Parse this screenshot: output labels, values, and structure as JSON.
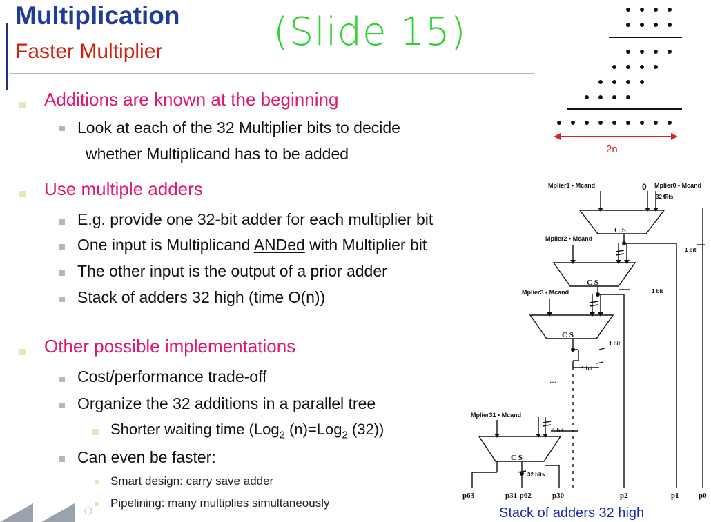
{
  "slide": {
    "title": "Multiplication",
    "subtitle": "Faster Multiplier",
    "handwritten_note": "(Slide 15)"
  },
  "bullets": {
    "b1": "Additions are known at the beginning",
    "b1_1_line1": "Look at each of the 32 Multiplier bits to decide",
    "b1_1_line2": "whether Multiplicand has to be added",
    "b2": "Use multiple adders",
    "b2_1": "E.g. provide one 32-bit adder for each multiplier bit",
    "b2_2_pre": "One input is Multiplicand ",
    "b2_2_u": "ANDed",
    "b2_2_post": " with Multiplier bit",
    "b2_3": "The other input is the output of a prior adder",
    "b2_4": "Stack of adders 32 high (time O(n))",
    "b3": "Other possible implementations",
    "b3_1": "Cost/performance trade-off",
    "b3_2": "Organize the 32 additions in a parallel tree",
    "b3_2_1_a": "Shorter waiting time (Log",
    "b3_2_1_s1": "2",
    "b3_2_1_b": " (n)=Log",
    "b3_2_1_s2": "2",
    "b3_2_1_c": " (32))",
    "b3_3": "Can even be faster:",
    "b3_3_1": "Smart design: carry save adder",
    "b3_3_2": "Pipelining: many multiplies simultaneously"
  },
  "dot_figure": {
    "width_label": "2n"
  },
  "adder_diagram": {
    "in1": "Mplier1 • Mcand",
    "zero": "0",
    "in0": "Mplier0 • Mcand",
    "bits32a": "32 bits",
    "in2": "Mplier2 • Mcand",
    "in3": "Mplier3 • Mcand",
    "in31": "Mplier31 • Mcand",
    "cs": "C S",
    "onebit": "1 bit",
    "bits32b": "32 bits",
    "p63": "p63",
    "p31p62": "p31-p62",
    "p30": "p30",
    "p2": "p2",
    "p1": "p1",
    "p0": "p0",
    "dots": "...",
    "caption": "Stack of adders 32 high"
  },
  "colors": {
    "title": "#1f3c96",
    "subtitle": "#d22010",
    "level1": "#e2186f",
    "handwriting": "#2fd02f",
    "caption": "#1a2db0",
    "red_arrow": "#e0242e"
  }
}
